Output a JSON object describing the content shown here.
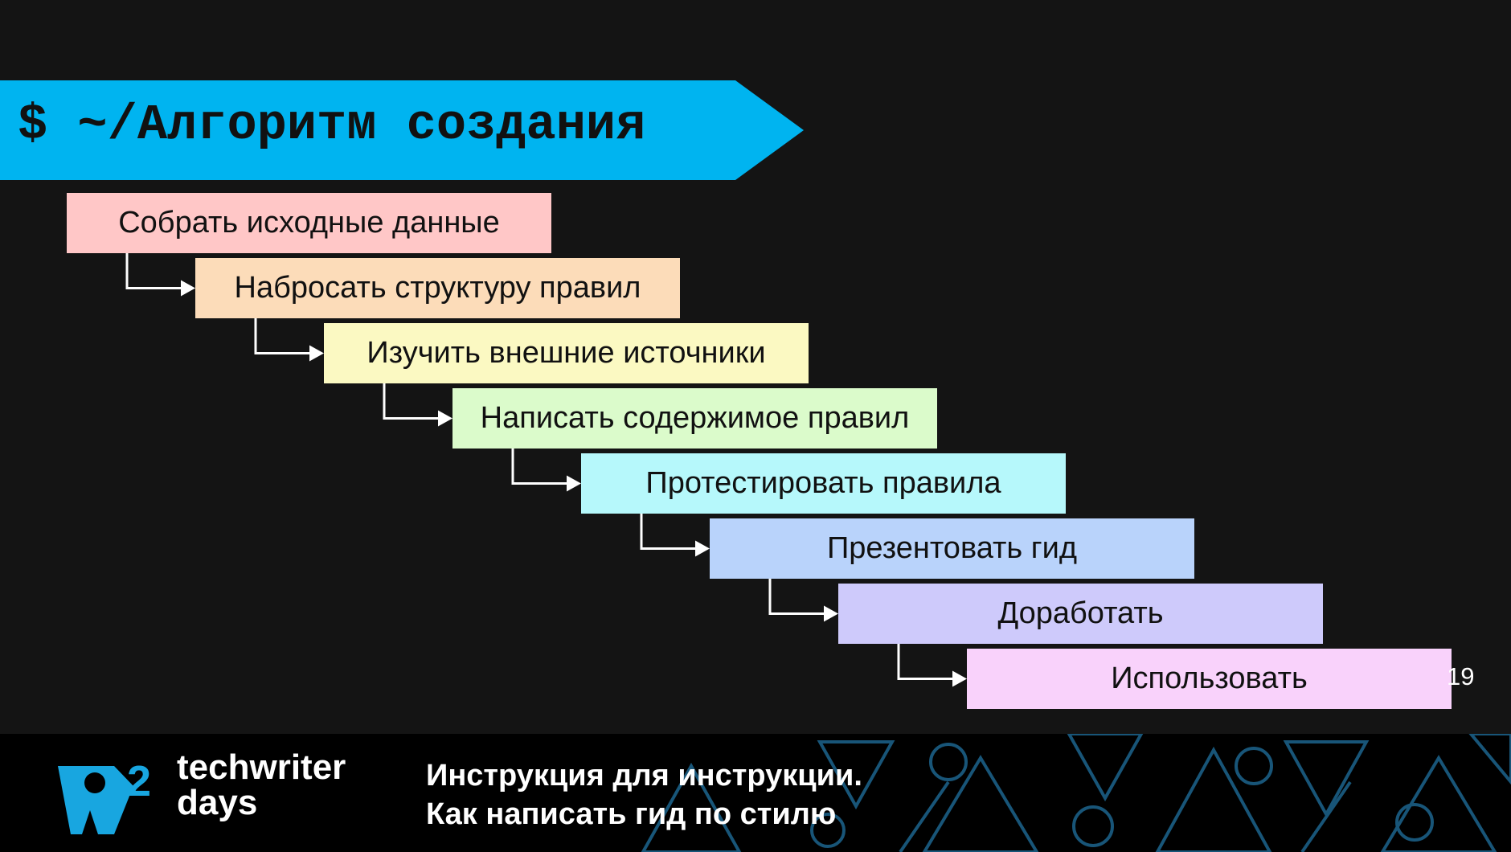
{
  "title": "$ ~/Алгоритм создания",
  "steps": [
    {
      "label": "Собрать исходные данные",
      "color": "#ffc7c7"
    },
    {
      "label": "Набросать структуру правил",
      "color": "#fcdcb9"
    },
    {
      "label": "Изучить внешние источники",
      "color": "#fbf9c2"
    },
    {
      "label": "Написать содержимое правил",
      "color": "#dbfbcb"
    },
    {
      "label": "Протестировать правила",
      "color": "#b6f8fb"
    },
    {
      "label": "Презентовать гид",
      "color": "#b9d3fb"
    },
    {
      "label": "Доработать",
      "color": "#cecafb"
    },
    {
      "label": "Использовать",
      "color": "#f9d2fb"
    }
  ],
  "page_number": "19",
  "footer": {
    "brand_line1": "techwriter",
    "brand_line2": "days",
    "logo_number": "2",
    "subtitle_line1": "Инструкция для инструкции.",
    "subtitle_line2": "Как написать гид по стилю"
  },
  "colors": {
    "background": "#141414",
    "banner": "#00b4f0",
    "accent": "#18a6e0",
    "connector": "#ffffff"
  }
}
